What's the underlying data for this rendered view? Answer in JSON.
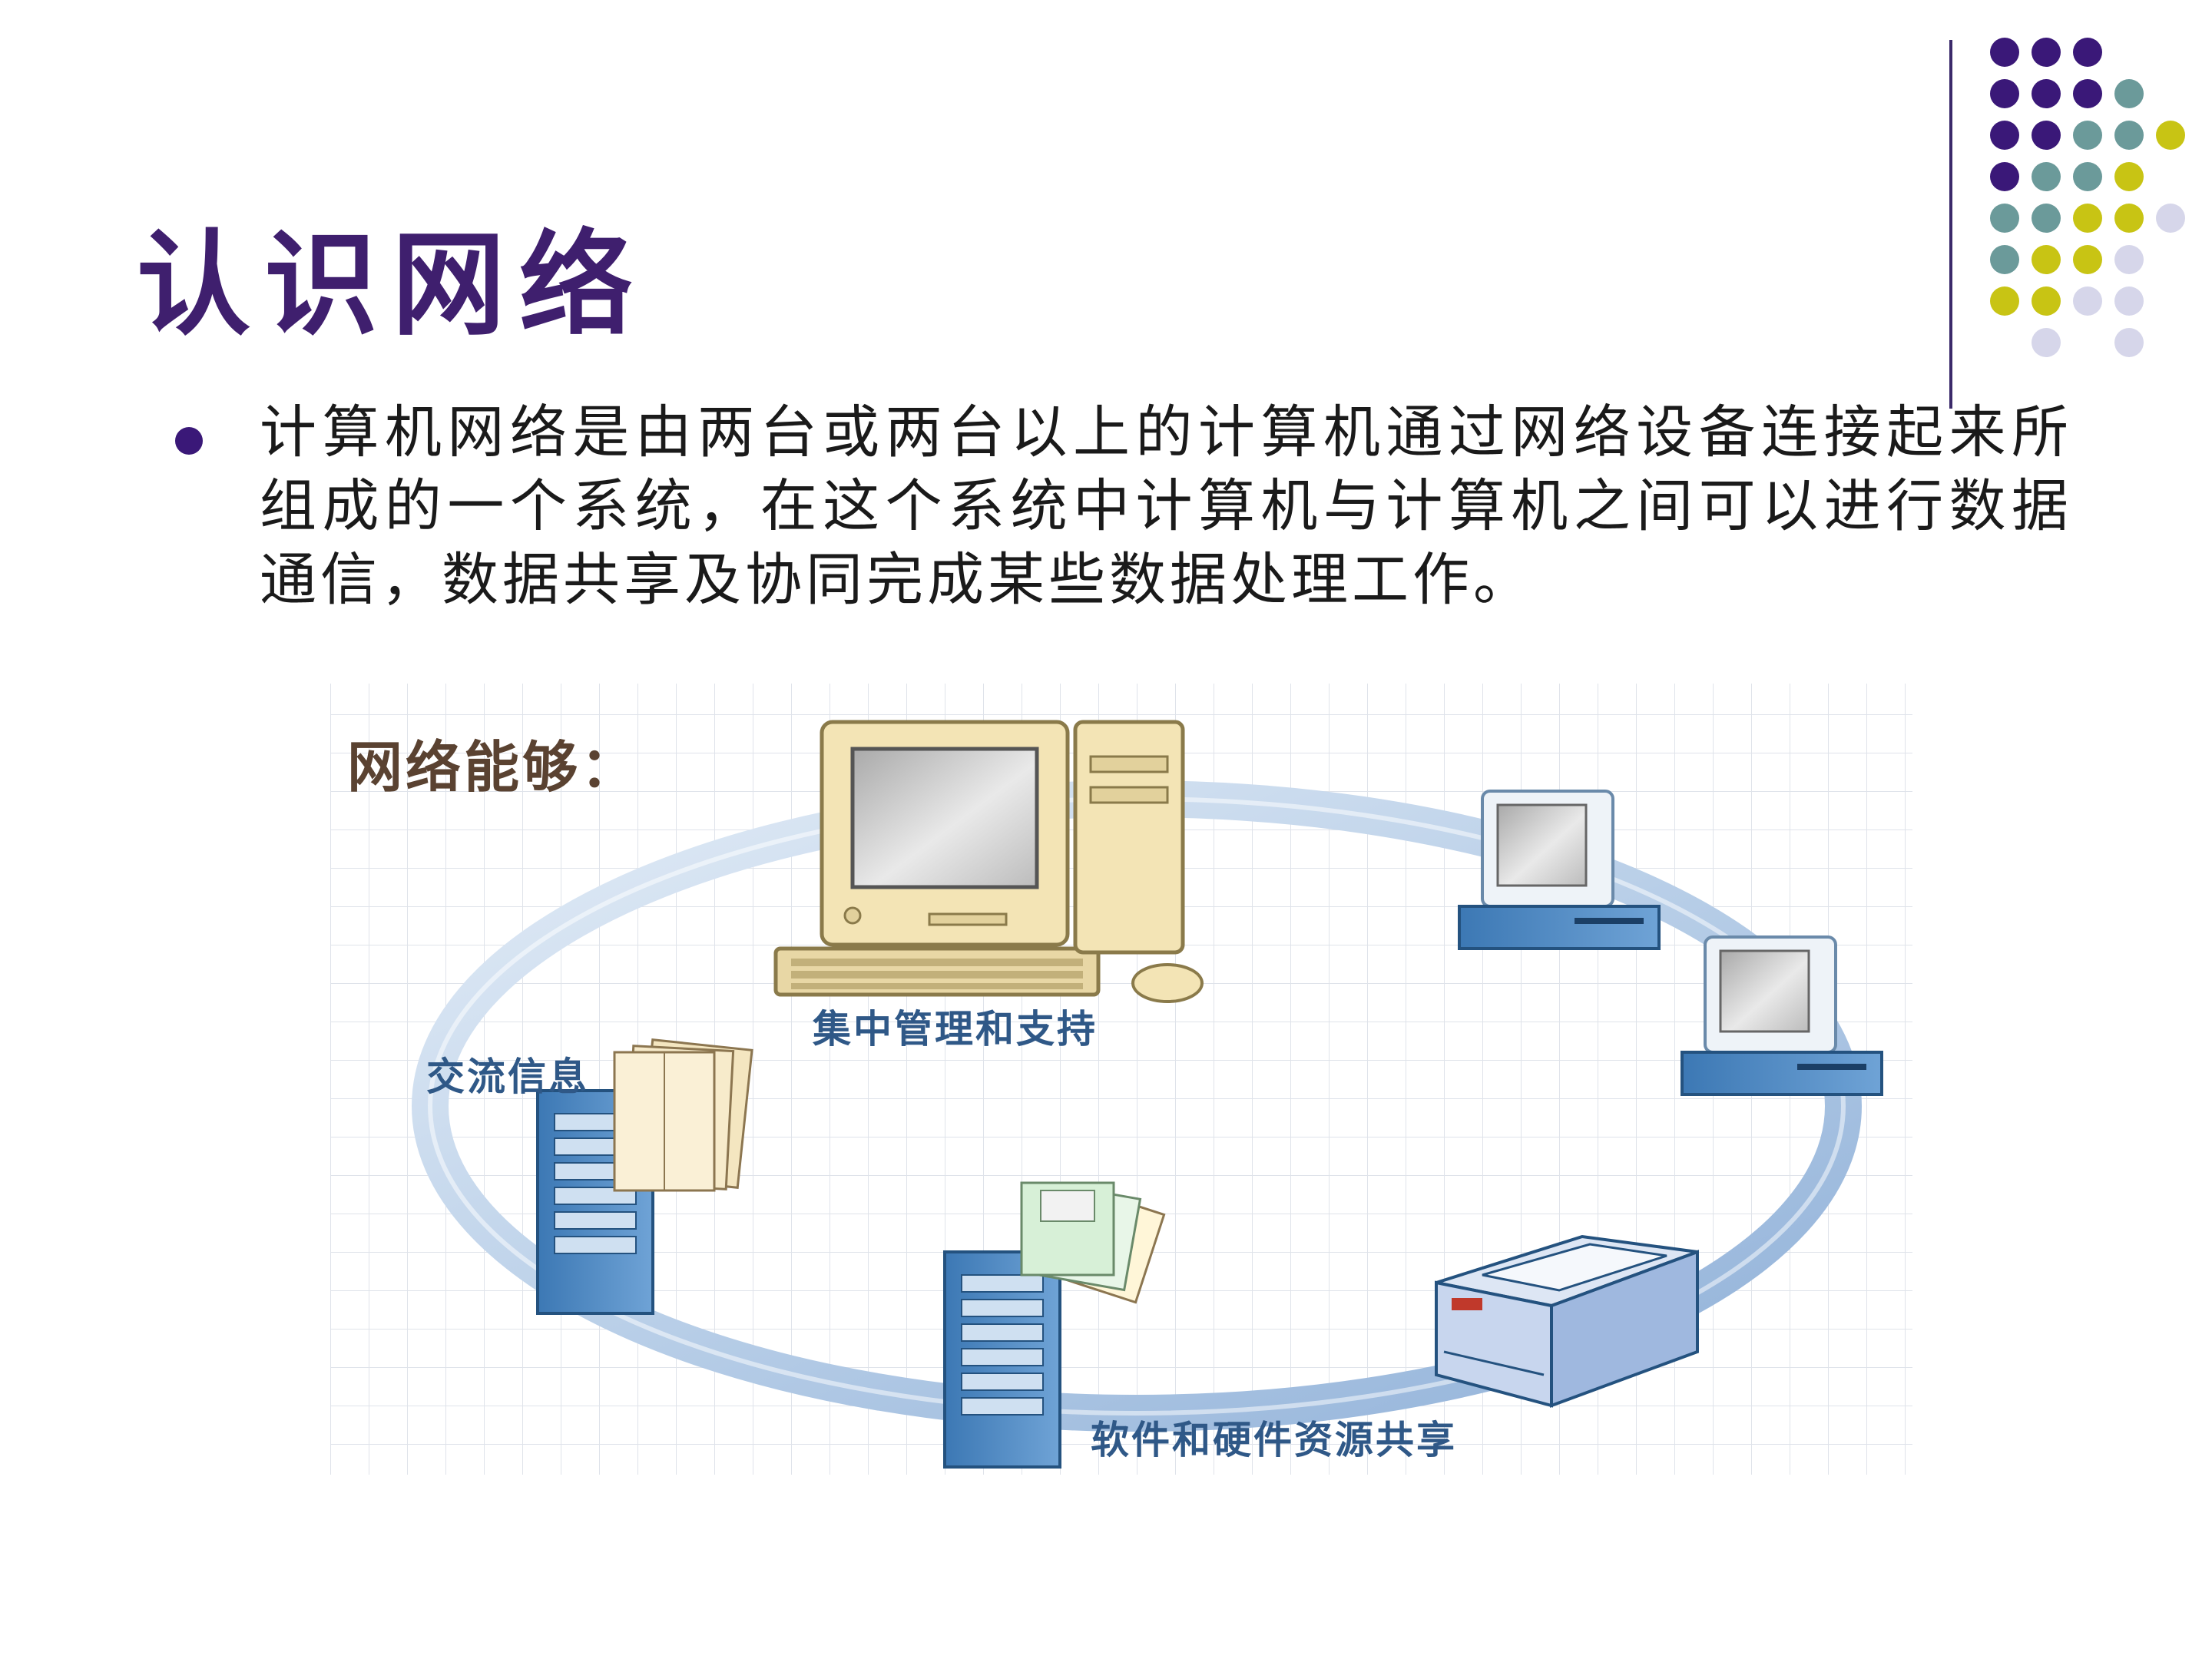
{
  "slide": {
    "title": "认识网络",
    "bullet_text": "计算机网络是由两台或两台以上的计算机通过网络设备连接起来所组成的一个系统，在这个系统中计算机与计算机之间可以进行数据通信，数据共享及协同完成某些数据处理工作。"
  },
  "figure": {
    "heading": "网络能够：",
    "label_management": "集中管理和支持",
    "label_exchange": "交流信息",
    "label_sharing": "软件和硬件资源共享"
  },
  "decoration": {
    "dot_grid_rows": [
      [
        "purple",
        "purple",
        "purple"
      ],
      [
        "purple",
        "purple",
        "purple",
        "teal"
      ],
      [
        "purple",
        "purple",
        "teal",
        "teal",
        "yellow"
      ],
      [
        "purple",
        "teal",
        "teal",
        "yellow"
      ],
      [
        "teal",
        "teal",
        "yellow",
        "yellow",
        "lavender"
      ],
      [
        "teal",
        "yellow",
        "yellow",
        "lavender"
      ],
      [
        "yellow",
        "yellow",
        "lavender",
        "lavender"
      ],
      [
        "lavender",
        "lavender"
      ]
    ],
    "colors": {
      "purple": "#3a1878",
      "teal": "#6b9a9a",
      "yellow": "#c8c414",
      "lavender": "#d6d6ea"
    }
  }
}
